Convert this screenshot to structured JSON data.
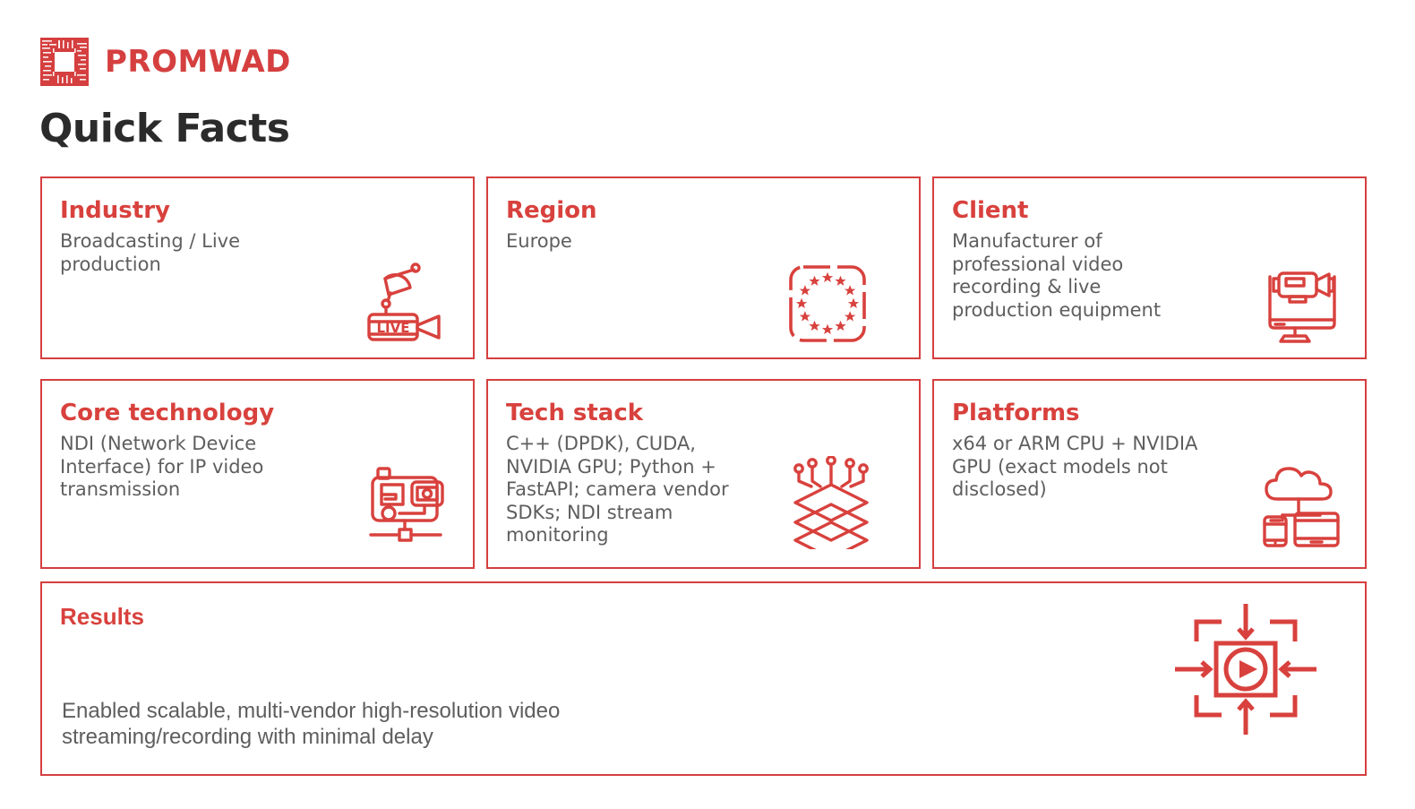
{
  "brand": {
    "name": "PROMWAD",
    "logo_icon": "circuit-chip-logo",
    "color": "#d53f3f"
  },
  "header": {
    "title": "Quick Facts"
  },
  "colors": {
    "accent_red": "#d53f3f",
    "title_red": "#d8413d",
    "body_gray": "#5e5e5e",
    "heading_dark": "#2b2b2b",
    "background": "#ffffff"
  },
  "cards": [
    {
      "title": "Industry",
      "body": "Broadcasting / Live\nproduction",
      "icon": "satellite-live-camera-icon"
    },
    {
      "title": "Region",
      "body": "Europe",
      "icon": "eu-flag-stars-icon"
    },
    {
      "title": "Client",
      "body": "Manufacturer of\nprofessional video\nrecording & live\nproduction equipment",
      "icon": "camera-on-monitor-icon"
    },
    {
      "title": "Core technology",
      "body": "NDI (Network Device\nInterface) for IP video\ntransmission",
      "icon": "network-camera-icon"
    },
    {
      "title": "Tech stack",
      "body": "C++ (DPDK), CUDA,\nNVIDIA GPU; Python +\nFastAPI; camera vendor\nSDKs; NDI stream\nmonitoring",
      "icon": "stacked-layers-icon"
    },
    {
      "title": "Platforms",
      "body": "x64 or ARM CPU + NVIDIA\nGPU (exact models not\ndisclosed)",
      "icon": "cloud-devices-icon"
    }
  ],
  "results": {
    "title": "Results",
    "body": "Enabled scalable, multi-vendor high-resolution video\nstreaming/recording with minimal delay",
    "icon": "video-play-convergence-icon"
  }
}
